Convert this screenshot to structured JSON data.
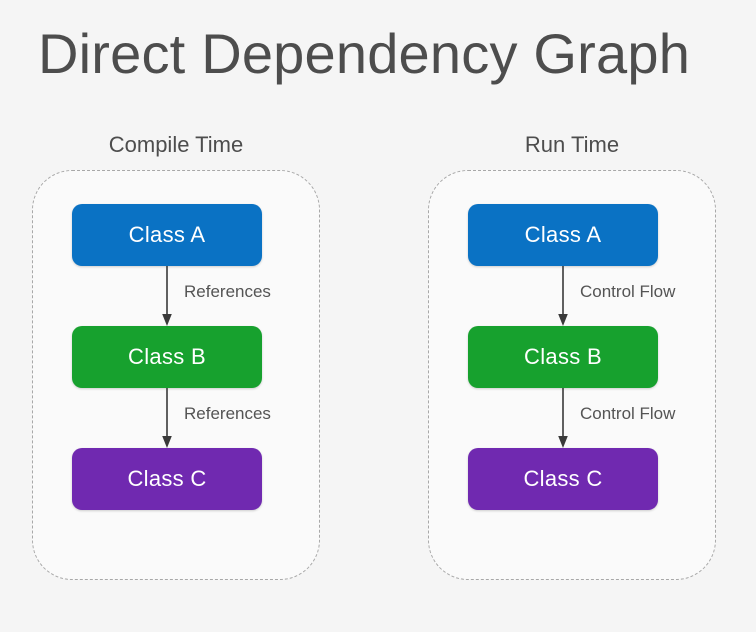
{
  "page": {
    "title": "Direct Dependency Graph",
    "background_color": "#f5f5f5",
    "title_color": "#4d4d4d"
  },
  "colors": {
    "class_a": "#0a72c4",
    "class_b": "#17a12e",
    "class_c": "#7029b0",
    "frame_border": "#a8a8a8",
    "edge": "#3a3a3a",
    "label_text": "#545454"
  },
  "panels": [
    {
      "title": "Compile Time",
      "nodes": [
        {
          "label": "Class A",
          "color": "#0a72c4"
        },
        {
          "label": "Class B",
          "color": "#17a12e"
        },
        {
          "label": "Class C",
          "color": "#7029b0"
        }
      ],
      "edges": [
        {
          "from": "Class A",
          "to": "Class B",
          "label": "References"
        },
        {
          "from": "Class B",
          "to": "Class C",
          "label": "References"
        }
      ]
    },
    {
      "title": "Run Time",
      "nodes": [
        {
          "label": "Class A",
          "color": "#0a72c4"
        },
        {
          "label": "Class B",
          "color": "#17a12e"
        },
        {
          "label": "Class C",
          "color": "#7029b0"
        }
      ],
      "edges": [
        {
          "from": "Class A",
          "to": "Class B",
          "label": "Control Flow"
        },
        {
          "from": "Class B",
          "to": "Class C",
          "label": "Control Flow"
        }
      ]
    }
  ]
}
